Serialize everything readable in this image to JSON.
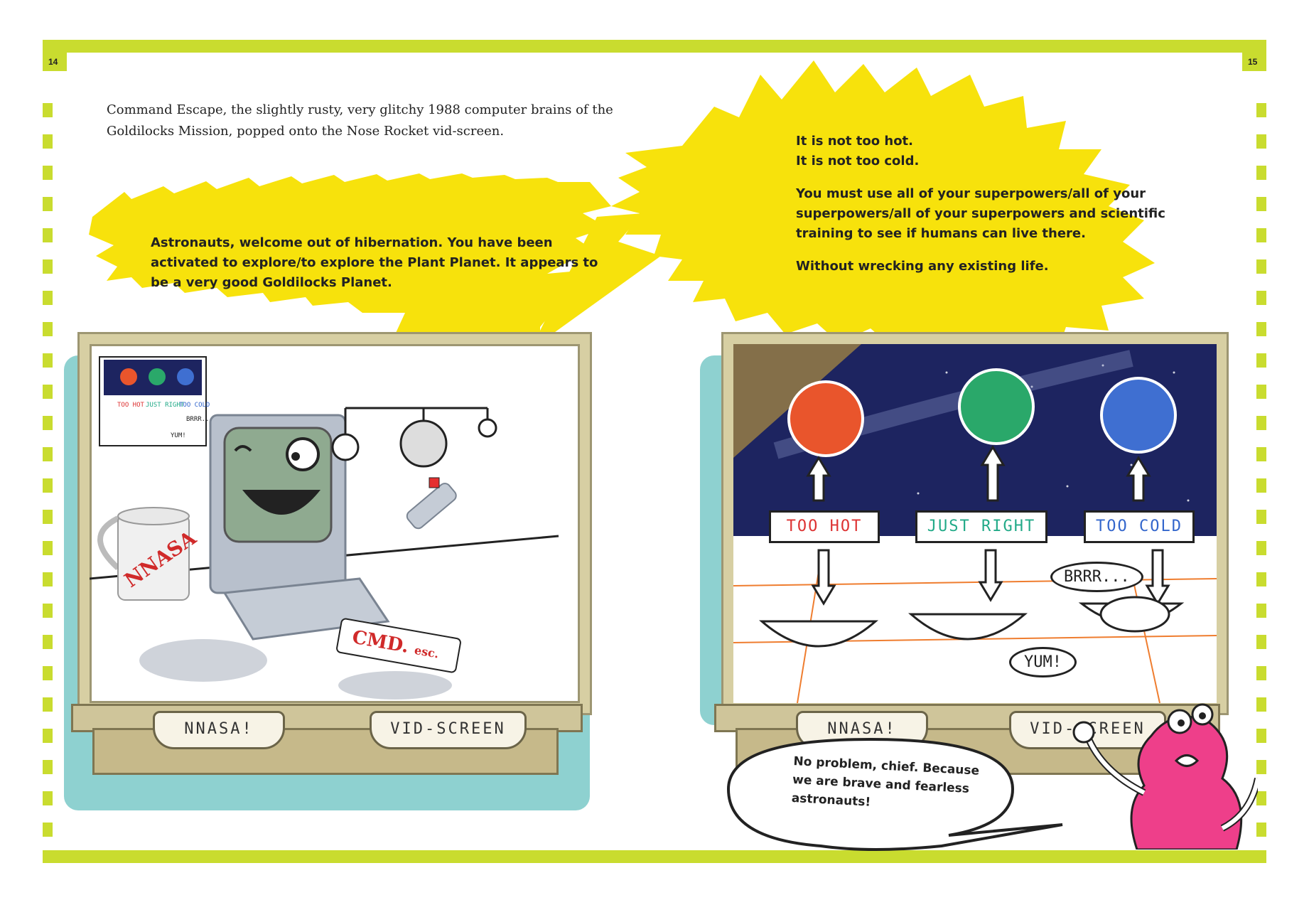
{
  "pages": {
    "left_number": "14",
    "right_number": "15"
  },
  "narration": "Command Escape, the slightly rusty, very glitchy 1988 computer brains of the Goldilocks Mission, popped onto the Nose Rocket vid-screen.",
  "left_bubble": "Astronauts, welcome out of hibernation. You have been activated to explore/to explore the Plant Planet. It appears to be a very good Goldilocks Planet.",
  "right_bubble": {
    "line1": "It is not too hot.",
    "line2": "It is not too cold.",
    "para2": "You must use all of your superpowers/all of your superpowers/all of your superpowers and scientific training to see if humans can live there.",
    "para3": "Without wrecking any existing life."
  },
  "left_panel": {
    "mug_text": "NNASA",
    "cmd_label": "CMD.",
    "cmd_sub": "esc.",
    "label_left": "NNASA!",
    "label_right": "VID-SCREEN",
    "mini_too_hot": "TOO HOT",
    "mini_just_right": "JUST RIGHT",
    "mini_too_cold": "TOO COLD",
    "mini_brrr": "BRRR..",
    "mini_yum": "YUM!"
  },
  "right_panel": {
    "sign_too_hot": "TOO HOT",
    "sign_just_right": "JUST RIGHT",
    "sign_too_cold": "TOO COLD",
    "brrr": "BRRR...",
    "yum": "YUM!",
    "label_left": "NNASA!",
    "label_right": "VID-SCREEN",
    "speech": "No problem, chief. Because we are brave and fearless astronauts!"
  },
  "colors": {
    "frame": "#c9dc2f",
    "bubble_yellow": "#f7e20c",
    "space": "#1d2460",
    "planet_hot": "#e9552c",
    "planet_right": "#2aa86a",
    "planet_cold": "#3f6fd1",
    "alien_pink": "#ee3f8a"
  },
  "icons": [
    "computer-icon",
    "mug-icon",
    "mouse-icon",
    "mobile-icon",
    "planet-icon",
    "bowl-icon",
    "alien-icon"
  ]
}
